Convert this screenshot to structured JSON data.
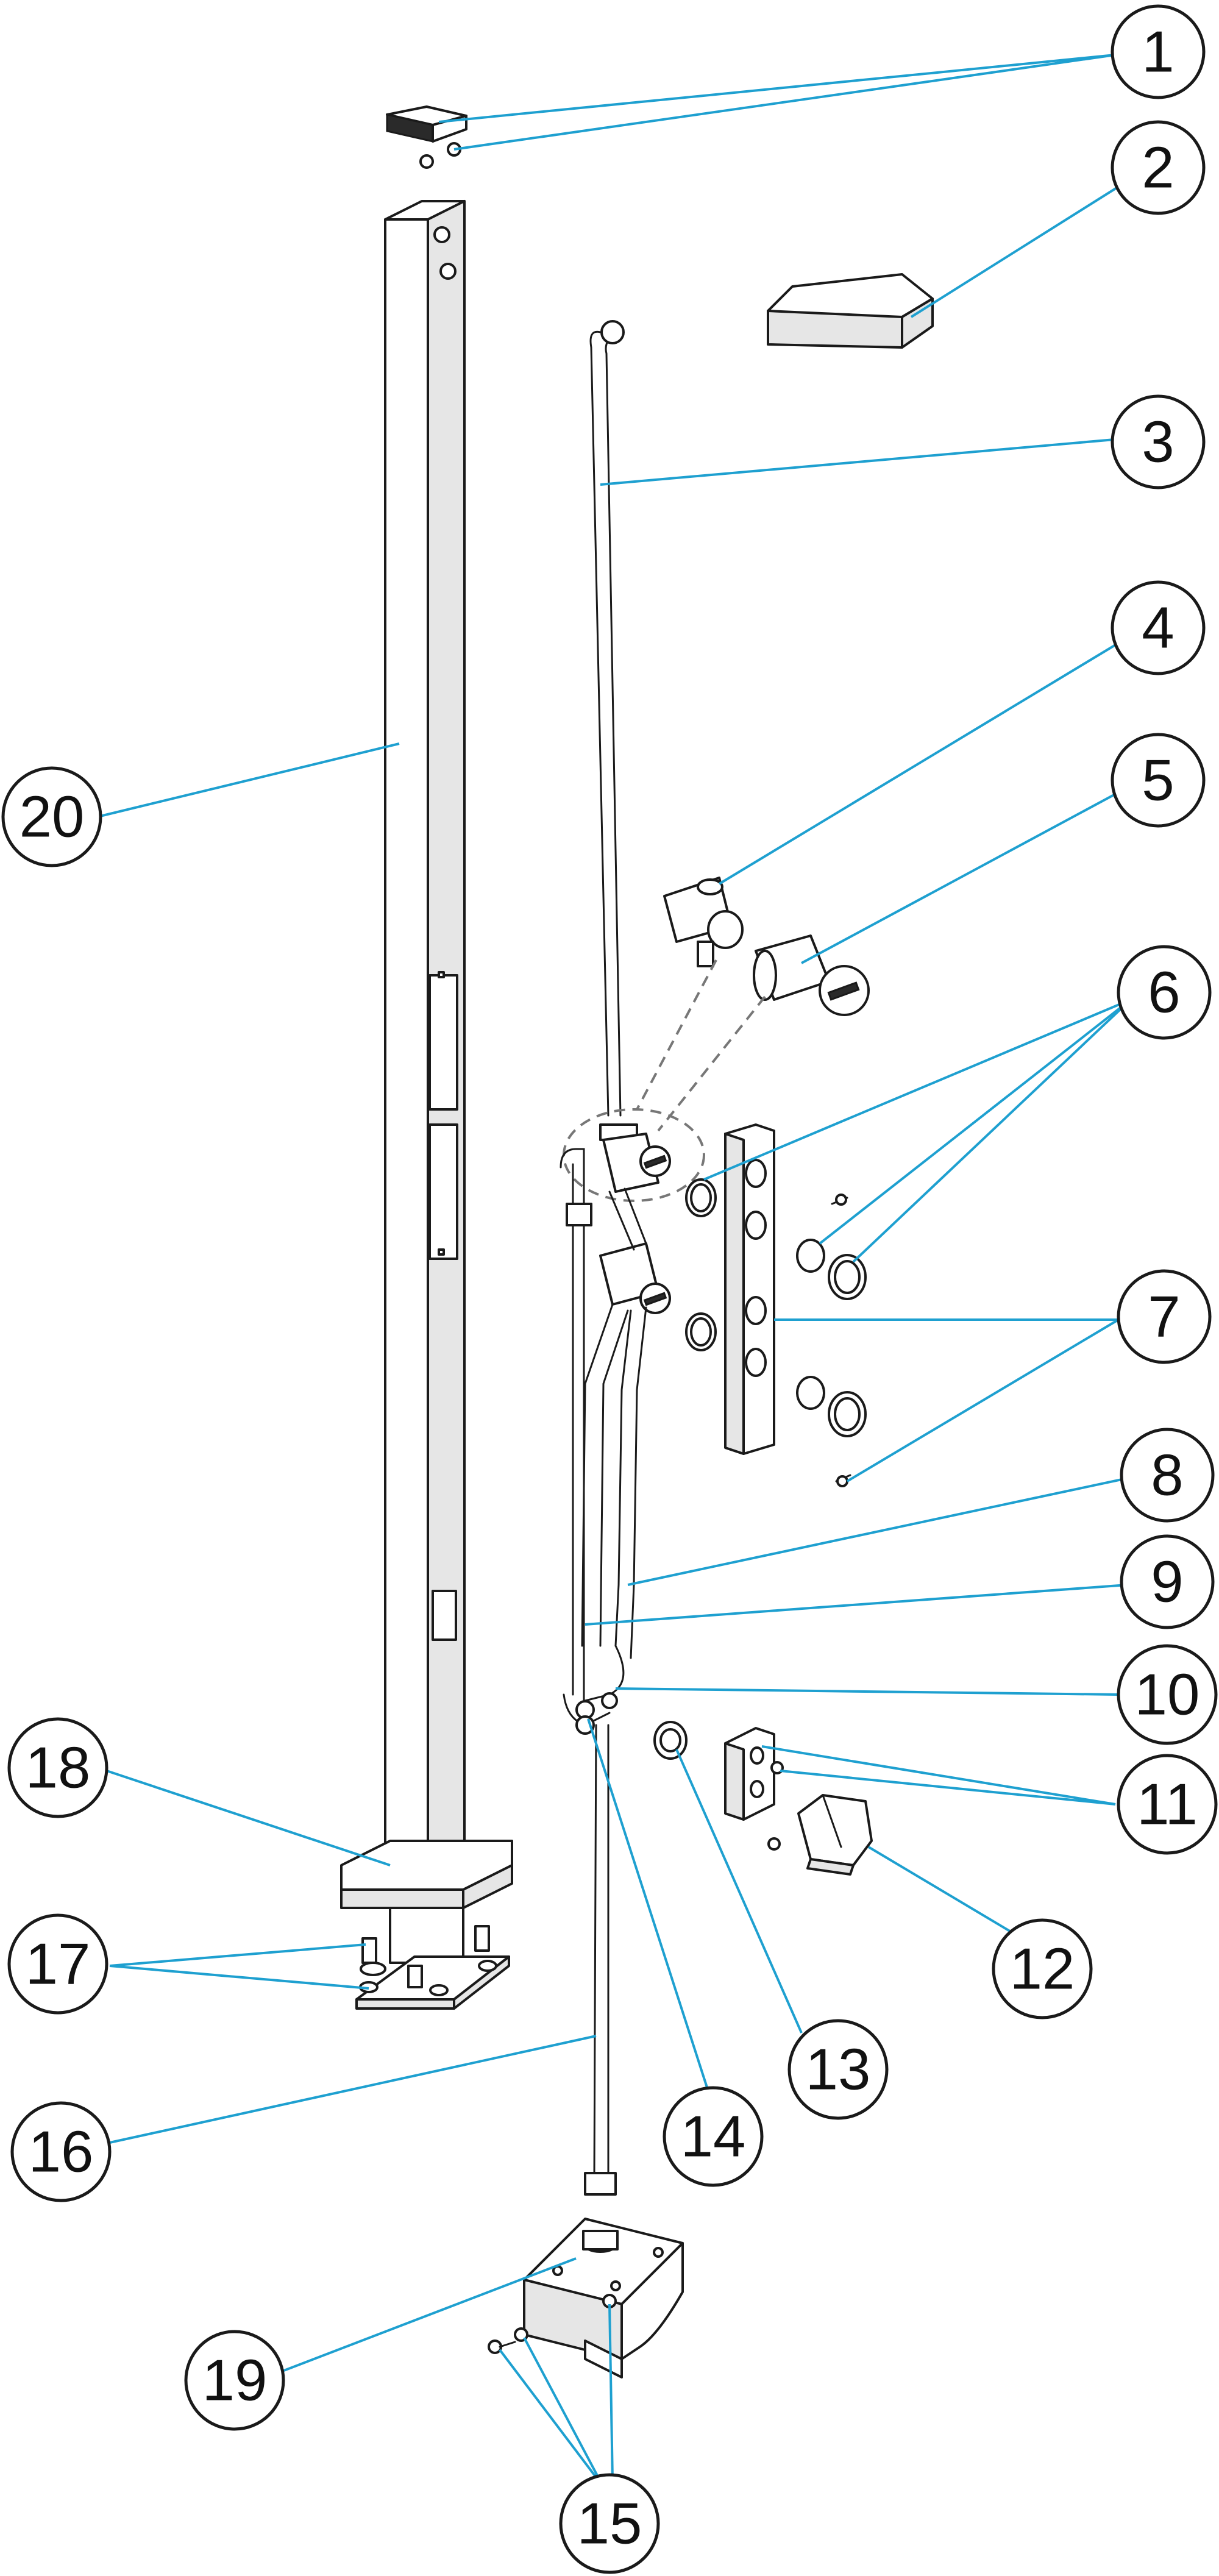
{
  "diagram": {
    "type": "exploded-parts-diagram",
    "leader_color": "#1ea0d0",
    "callouts": [
      {
        "id": "1",
        "label": "1"
      },
      {
        "id": "2",
        "label": "2"
      },
      {
        "id": "3",
        "label": "3"
      },
      {
        "id": "4",
        "label": "4"
      },
      {
        "id": "5",
        "label": "5"
      },
      {
        "id": "6",
        "label": "6"
      },
      {
        "id": "7",
        "label": "7"
      },
      {
        "id": "8",
        "label": "8"
      },
      {
        "id": "9",
        "label": "9"
      },
      {
        "id": "10",
        "label": "10"
      },
      {
        "id": "11",
        "label": "11"
      },
      {
        "id": "12",
        "label": "12"
      },
      {
        "id": "13",
        "label": "13"
      },
      {
        "id": "14",
        "label": "14"
      },
      {
        "id": "15",
        "label": "15"
      },
      {
        "id": "16",
        "label": "16"
      },
      {
        "id": "17",
        "label": "17"
      },
      {
        "id": "18",
        "label": "18"
      },
      {
        "id": "19",
        "label": "19"
      },
      {
        "id": "20",
        "label": "20"
      }
    ]
  }
}
